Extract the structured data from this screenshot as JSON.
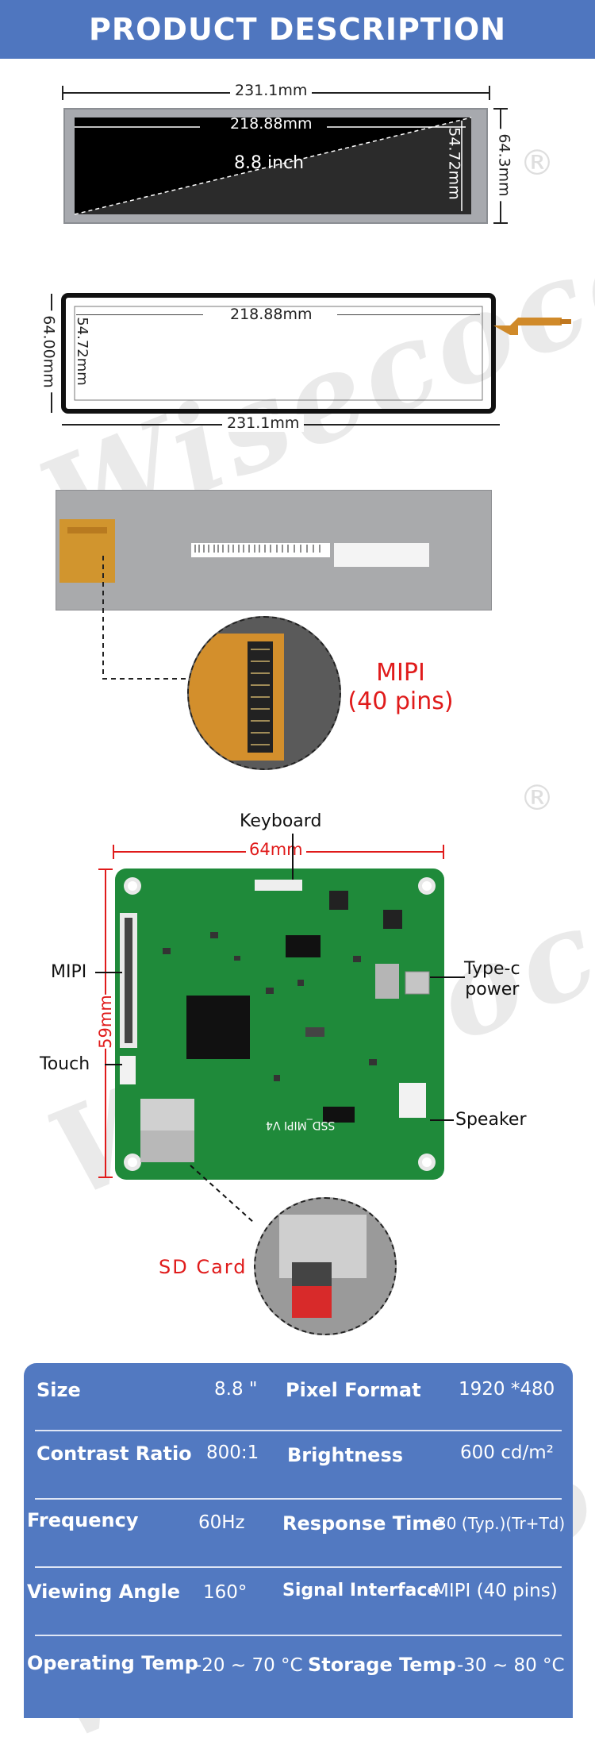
{
  "header": {
    "title": "PRODUCT DESCRIPTION"
  },
  "panel1": {
    "outer_width": "231.1mm",
    "active_width": "218.88mm",
    "diagonal": "8.8 inch",
    "active_height": "54.72mm",
    "outer_height": "64.3mm"
  },
  "panel2": {
    "active_width": "218.88mm",
    "outer_width": "231.1mm",
    "outer_height": "64.00mm",
    "active_height": "54.72mm"
  },
  "connector": {
    "label_line1": "MIPI",
    "label_line2": "(40 pins)"
  },
  "board": {
    "keyboard_label": "Keyboard",
    "width_dim": "64mm",
    "height_dim": "59mm",
    "mipi_label": "MIPI",
    "touch_label": "Touch",
    "typec_line1": "Type-c",
    "typec_line2": "power",
    "speaker_label": "Speaker",
    "sdcard_label": "SD Card",
    "silk_text": "SSD_MIPI V4"
  },
  "watermark": {
    "text": "Wisecoco",
    "mark": "®"
  },
  "specs": [
    {
      "k1": "Size",
      "v1": "8.8 \"",
      "k2": "Pixel Format",
      "v2": "1920 *480"
    },
    {
      "k1": "Contrast Ratio",
      "v1": "800:1",
      "k2": "Brightness",
      "v2": "600 cd/m²"
    },
    {
      "k1": "Frequency",
      "v1": "60Hz",
      "k2": "Response Time",
      "v2": "30 (Typ.)(Tr+Td)"
    },
    {
      "k1": "Viewing Angle",
      "v1": "160°",
      "k2": "Signal Interface",
      "v2": "MIPI (40 pins)"
    },
    {
      "k1": "Operating Temp",
      "v1": "-20 ~ 70 °C",
      "k2": "Storage Temp",
      "v2": "-30 ~ 80 °C"
    }
  ],
  "colors": {
    "banner": "#4f76bf",
    "spec_box": "#5279c1",
    "pcb": "#1f8a3a",
    "callout_red": "#e01b1b"
  }
}
